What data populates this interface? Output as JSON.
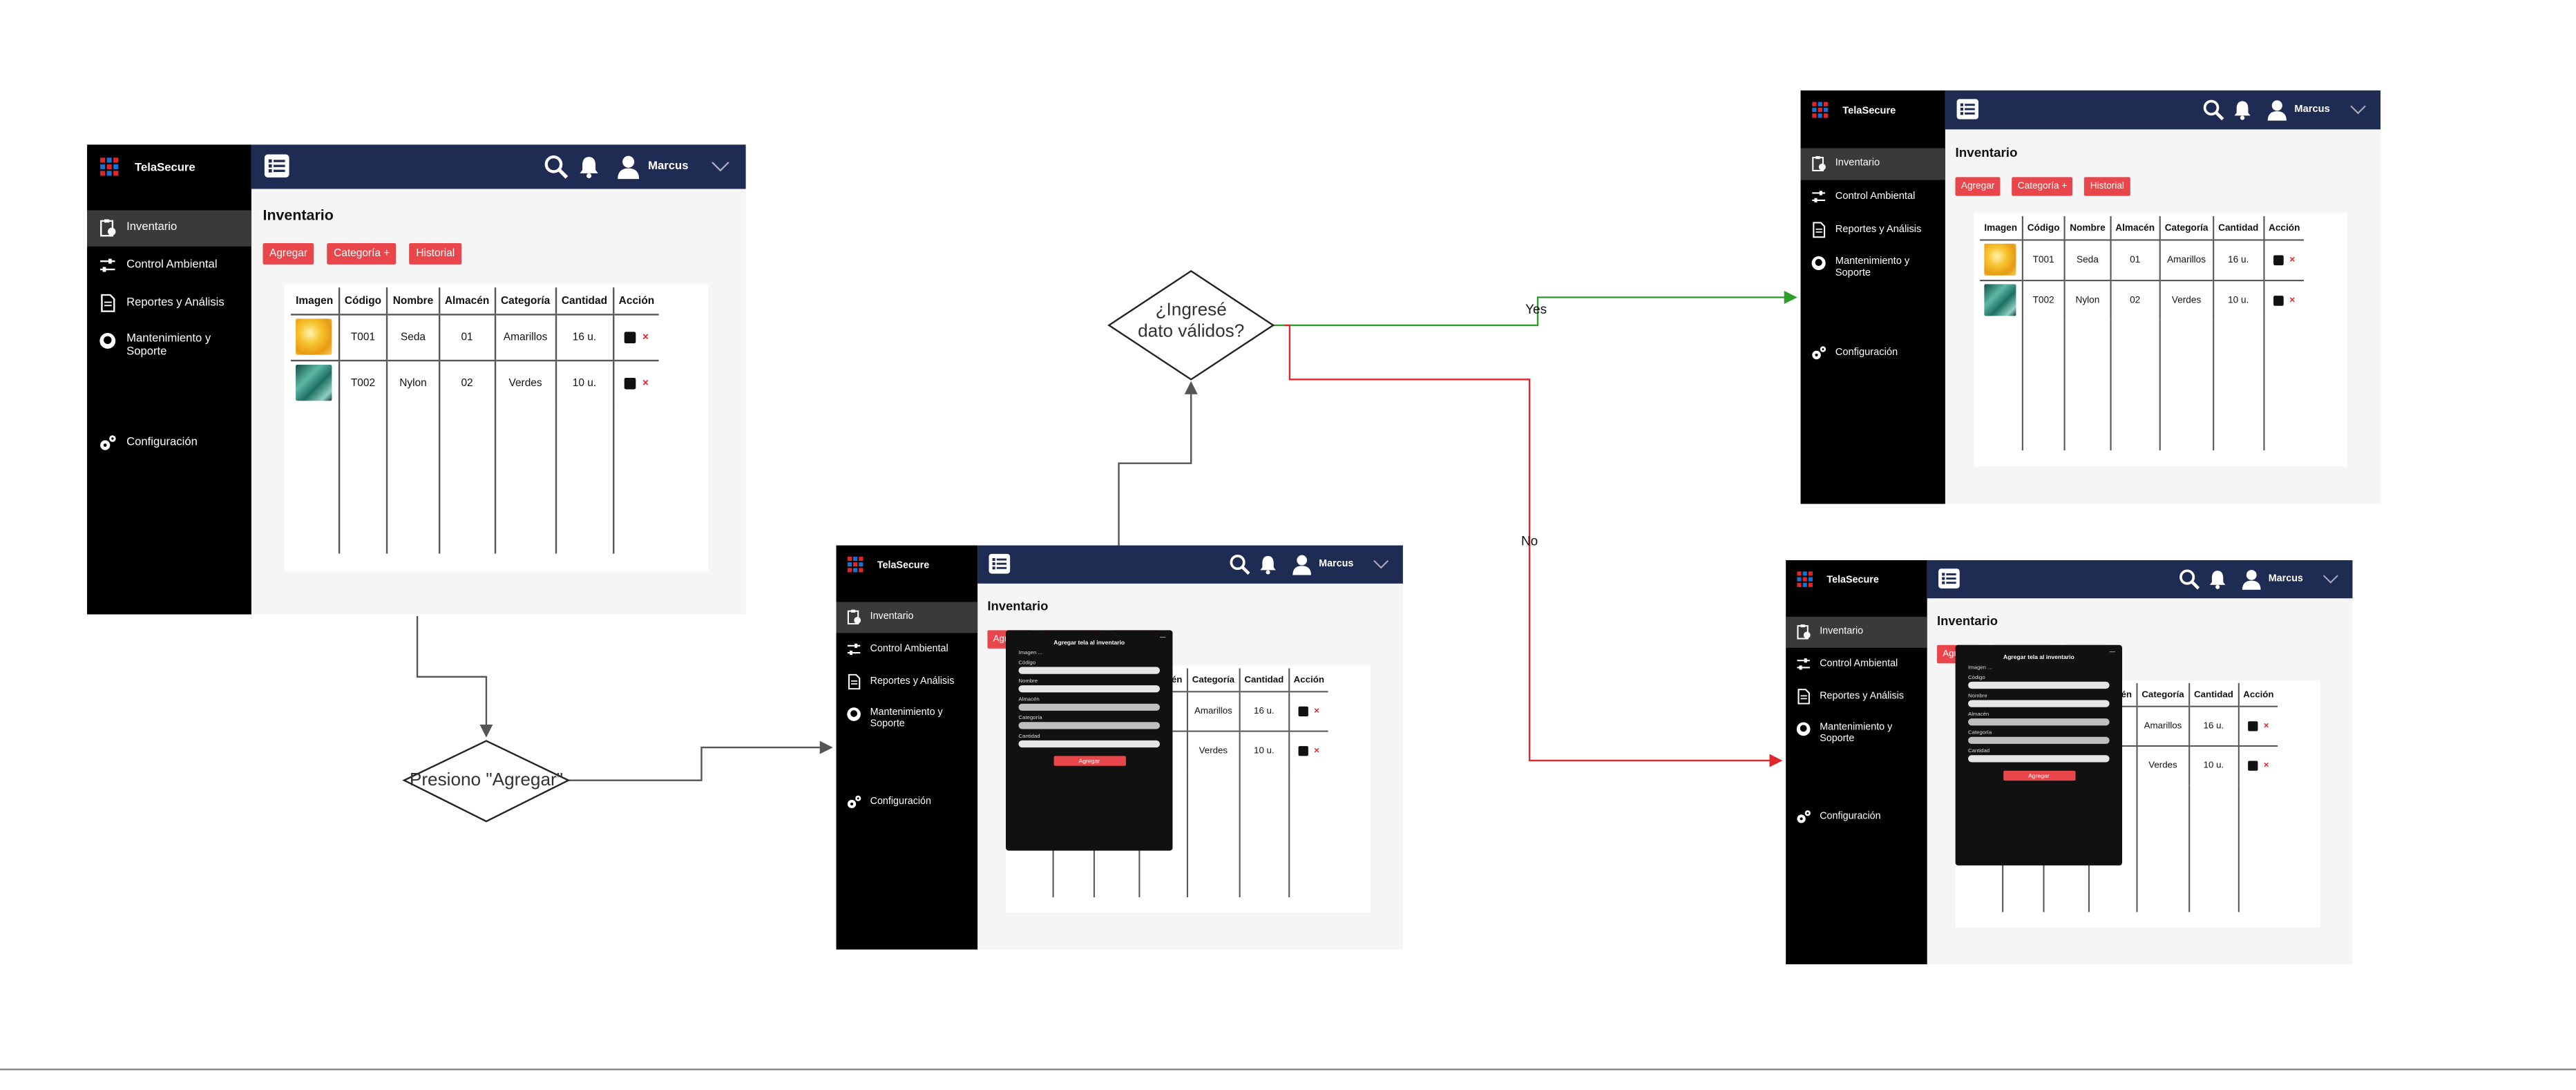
{
  "app": {
    "brand": "TelaSecure",
    "user": "Marcus",
    "menu": [
      "Inventario",
      "Control Ambiental",
      "Reportes y Análisis",
      "Mantenimiento y Soporte",
      "Configuración"
    ],
    "page_title": "Inventario",
    "buttons": [
      "Agregar",
      "Categoría +",
      "Historial"
    ],
    "table": {
      "headers": [
        "Imagen",
        "Código",
        "Nombre",
        "Almacén",
        "Categoría",
        "Cantidad",
        "Acción"
      ],
      "rows": [
        {
          "codigo": "T001",
          "nombre": "Seda",
          "almacen": "01",
          "categoria": "Amarillos",
          "cantidad": "16 u.",
          "delete": "×"
        },
        {
          "codigo": "T002",
          "nombre": "Nylon",
          "almacen": "02",
          "categoria": "Verdes",
          "cantidad": "10 u.",
          "delete": "×"
        }
      ]
    },
    "logo_colors": [
      "#e0262c",
      "#1b6fd0",
      "#e0262c",
      "#1b6fd0",
      "#e0262c",
      "#1b6fd0",
      "#e0262c",
      "#1b6fd0",
      "#e0262c"
    ]
  },
  "modal": {
    "title": "Agregar tela al inventario",
    "close": "—",
    "image_label": "Imagen",
    "image_value": "...",
    "fields": [
      "Código",
      "Nombre",
      "Almacén",
      "Categoría",
      "Cantidad"
    ],
    "submit": "Agregar"
  },
  "flow": {
    "action": "Presiono \"Agregar\"",
    "decision_line1": "¿Ingresé",
    "decision_line2": "dato válidos?",
    "yes": "Yes",
    "no": "No"
  },
  "colors": {
    "accent": "#e8464a",
    "header": "#1e2b52",
    "sidebar": "#000000",
    "yes_arrow": "#2a9d2a",
    "no_arrow": "#e0262c"
  }
}
